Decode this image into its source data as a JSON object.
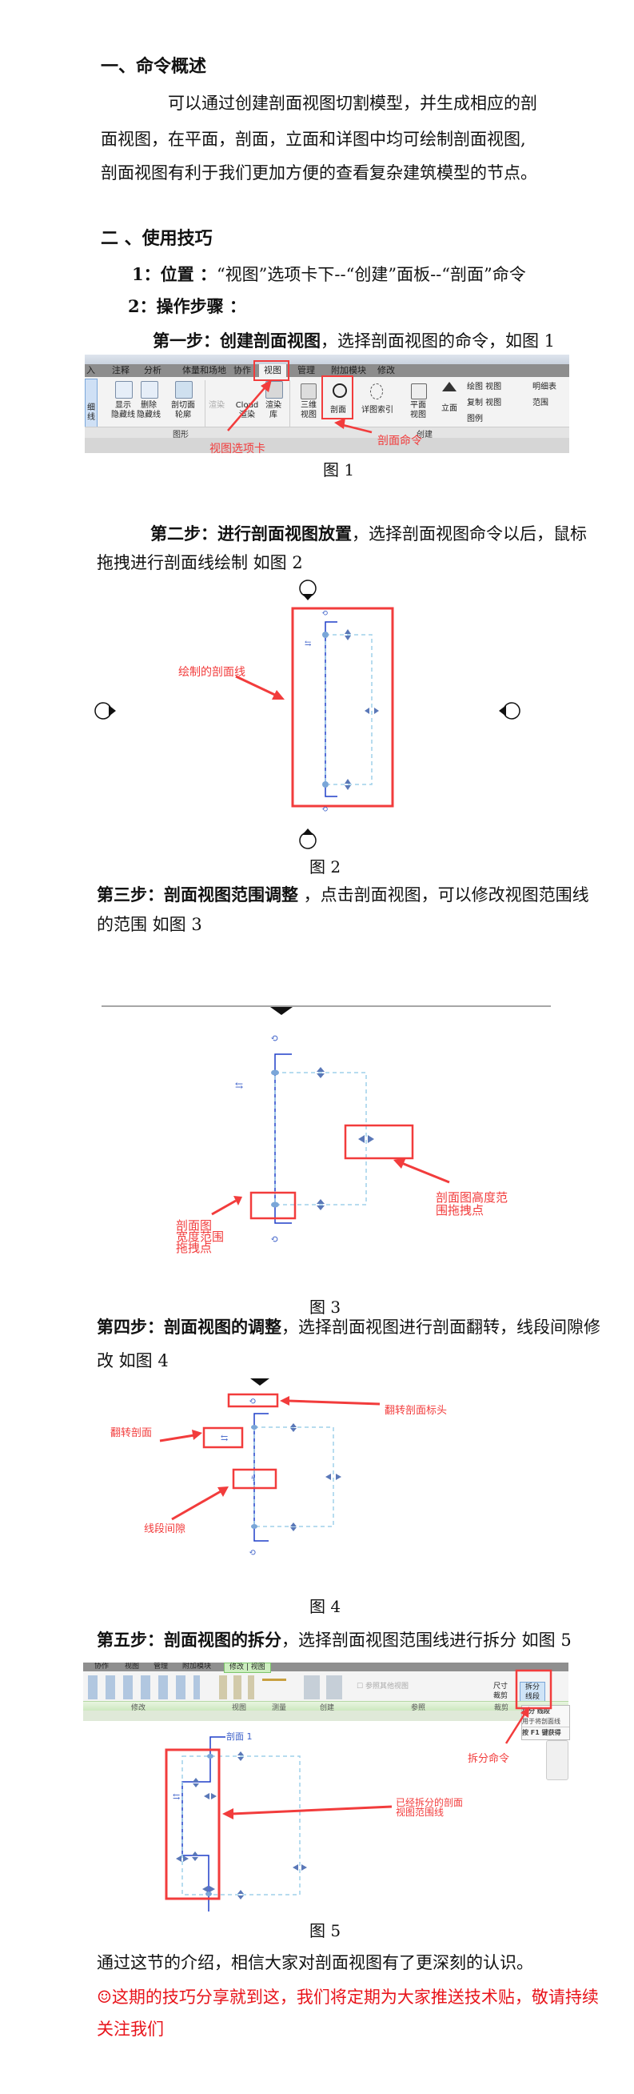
{
  "section1": {
    "heading": "一、命令概述",
    "para_lines": [
      "可以通过创建剖面视图切割模型，并生成相应的剖",
      "面视图，在平面，剖面，立面和详图中均可绘制剖面视图,",
      "剖面视图有利于我们更加方便的查看复杂建筑模型的节点。"
    ]
  },
  "section2": {
    "heading": "二 、使用技巧",
    "location_label": "1：位置 ：",
    "location_text": "“视图”选项卡下--“创建”面板--“剖面”命令",
    "steps_label": "2：操作步骤 ："
  },
  "step1": {
    "label": "第一步：创建剖面视图",
    "text": "，选择剖面视图的命令，如图 1"
  },
  "fig1": {
    "tabs": [
      "入",
      "注释",
      "分析",
      "体量和场地",
      "协作",
      "视图",
      "管理",
      "附加模块",
      "修改"
    ],
    "buttons": [
      "细\n线",
      "显示\n隐藏线",
      "删除\n隐藏线",
      "剖切面\n轮廓",
      "渲染",
      "Cloud\n渲染",
      "渲染\n库",
      "三维\n视图",
      "剖面",
      "详图索引",
      "平面\n视图",
      "立面"
    ],
    "small_buttons": [
      "绘图 视图",
      "复制 视图",
      "图例",
      "明细表",
      "范围"
    ],
    "panels": [
      "图形",
      "创建"
    ],
    "annotations": {
      "tab": "视图选项卡",
      "command": "剖面命令"
    },
    "caption": "图 1"
  },
  "step2": {
    "label": "第二步：进行剖面视图放置",
    "text": "，选择剖面视图命令以后，鼠标",
    "line2": "拖拽进行剖面线绘制  如图 2"
  },
  "fig2": {
    "annotation": "绘制的剖面线",
    "caption": "图 2"
  },
  "step3": {
    "label": "第三步：剖面视图范围调整",
    "text": " ，点击剖面视图，可以修改视图范围线",
    "line2": "的范围  如图 3"
  },
  "fig3": {
    "annotation_height": [
      "剖面图高度范",
      "围拖拽点"
    ],
    "annotation_width": [
      "剖面图",
      "宽度范围",
      "拖拽点"
    ],
    "caption": "图 3"
  },
  "step4": {
    "label": "第四步：剖面视图的调整",
    "text": "，选择剖面视图进行剖面翻转，线段间隙修",
    "line2": "改  如图 4"
  },
  "fig4": {
    "annotation_head": "翻转剖面标头",
    "annotation_flip": "翻转剖面",
    "annotation_gap": "线段间隙",
    "caption": "图 4"
  },
  "step5": {
    "label": "第五步：剖面视图的拆分",
    "text": "，选择剖面视图范围线进行拆分  如图 5"
  },
  "fig5": {
    "tabs": [
      "协作",
      "视图",
      "管理",
      "附加模块",
      "修改 | 视图"
    ],
    "panels": [
      "修改",
      "视图",
      "测量",
      "创建",
      "参照",
      "裁剪"
    ],
    "reference_checkbox": "参照其他视图",
    "crop_button": "尺寸\n裁剪",
    "split_button": "拆分\n线段",
    "tooltip": [
      "拆分 线段",
      "用于将剖面线",
      "按 F1 键获得"
    ],
    "section_label": "剖面 1",
    "annotation_split_cmd": "拆分命令",
    "annotation_split_lines": [
      "已经拆分的剖面",
      "视图范围线"
    ],
    "caption": "图 5"
  },
  "closing": "通过这节的介绍，相信大家对剖面视图有了更深刻的认识。",
  "promo_lines": [
    "☺这期的技巧分享就到这，我们将定期为大家推送技术贴，敬请持续",
    "关注我们"
  ],
  "colors": {
    "annotation_red": "#f23c3c",
    "section_blue": "#1e3fc8",
    "promo_red": "#e8141b"
  }
}
